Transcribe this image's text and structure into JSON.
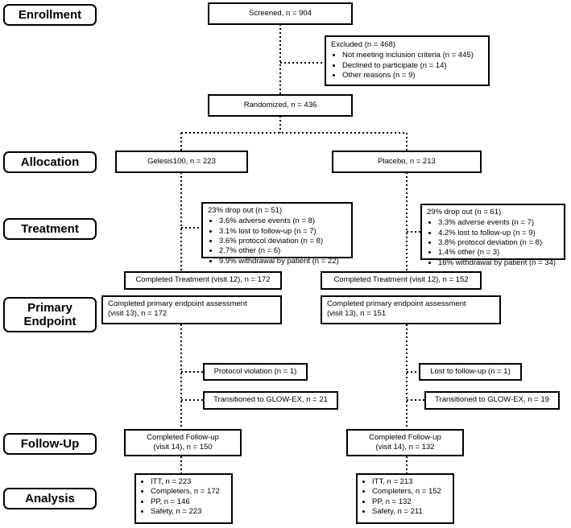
{
  "stages": {
    "enrollment": "Enrollment",
    "allocation": "Allocation",
    "treatment": "Treatment",
    "primary_endpoint": "Primary Endpoint",
    "follow_up": "Follow-Up",
    "analysis": "Analysis"
  },
  "screened": "Screened, n = 904",
  "excluded": {
    "title": "Excluded (n = 468)",
    "items": [
      "Not meeting inclusion criteria (n = 445)",
      "Declined to participate (n = 14)",
      "Other reasons (n = 9)"
    ]
  },
  "randomized": "Randomized, n = 436",
  "left": {
    "allocation": "Gelesis100, n = 223",
    "dropout": {
      "title": "23% drop out (n = 51)",
      "items": [
        "3.6% adverse events (n = 8)",
        "3.1% lost to follow-up (n = 7)",
        "3.6% protocol deviation (n = 8)",
        "2.7% other (n = 6)",
        "9.9% withdrawal by patient (n = 22)"
      ]
    },
    "completed_treatment": "Completed Treatment (visit 12), n = 172",
    "primary_line1": "Completed primary endpoint assessment",
    "primary_line2": "(visit 13), n = 172",
    "side1": "Protocol violation (n = 1)",
    "side2": "Transitioned to GLOW-EX, n = 21",
    "followup_line1": "Completed Follow-up",
    "followup_line2": "(visit 14), n = 150",
    "analysis": [
      "ITT, n = 223",
      "Completers, n = 172",
      "PP, n = 146",
      "Safety, n = 223"
    ]
  },
  "right": {
    "allocation": "Placebo, n = 213",
    "dropout": {
      "title": "29% drop out (n = 61)",
      "items": [
        "3.3% adverse events (n = 7)",
        "4.2% lost to follow-up (n = 9)",
        "3.8% protocol deviation (n = 8)",
        "1.4% other (n = 3)",
        "16% withdrawal by patient (n = 34)"
      ]
    },
    "completed_treatment": "Completed Treatment (visit 12), n = 152",
    "primary_line1": "Completed primary endpoint assessment",
    "primary_line2": "(visit 13), n = 151",
    "side1": "Lost to follow-up (n = 1)",
    "side2": "Transitioned to GLOW-EX, n = 19",
    "followup_line1": "Completed Follow-up",
    "followup_line2": "(visit 14), n = 132",
    "analysis": [
      "ITT, n = 213",
      "Completers, n = 152",
      "PP, n = 132",
      "Safety, n = 211"
    ]
  }
}
